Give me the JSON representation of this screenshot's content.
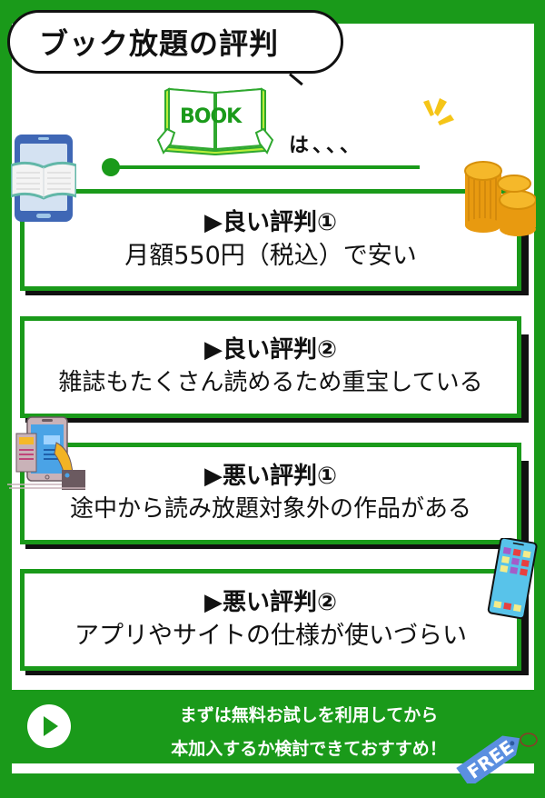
{
  "title": "ブック放題の評判",
  "intro": {
    "book_label": "BOOK",
    "suffix": "は、、、"
  },
  "reviews": [
    {
      "type": "good",
      "heading": "▶良い評判①",
      "body": "月額550円（税込）で安い"
    },
    {
      "type": "good",
      "heading": "▶良い評判②",
      "body": "雑誌もたくさん読めるため重宝している"
    },
    {
      "type": "bad",
      "heading": "▶悪い評判①",
      "body": "途中から読み放題対象外の作品がある"
    },
    {
      "type": "bad",
      "heading": "▶悪い評判②",
      "body": "アプリやサイトの仕様が使いづらい"
    }
  ],
  "cta": {
    "line1": "まずは無料お試しを利用してから",
    "line2": "本加入するか検討できておすすめ！",
    "tag": "FREE"
  },
  "colors": {
    "brand_green": "#1a9a1a",
    "text": "#111111",
    "shadow": "#111111",
    "tag_blue": "#5b8fe0",
    "coin_gold": "#f0a818"
  },
  "icons": [
    "smartphone-ebook-icon",
    "coins-icon",
    "tablet-reading-icon",
    "smartphone-apps-icon",
    "play-icon",
    "free-tag-icon",
    "sparkle-icon",
    "open-book-icon"
  ]
}
